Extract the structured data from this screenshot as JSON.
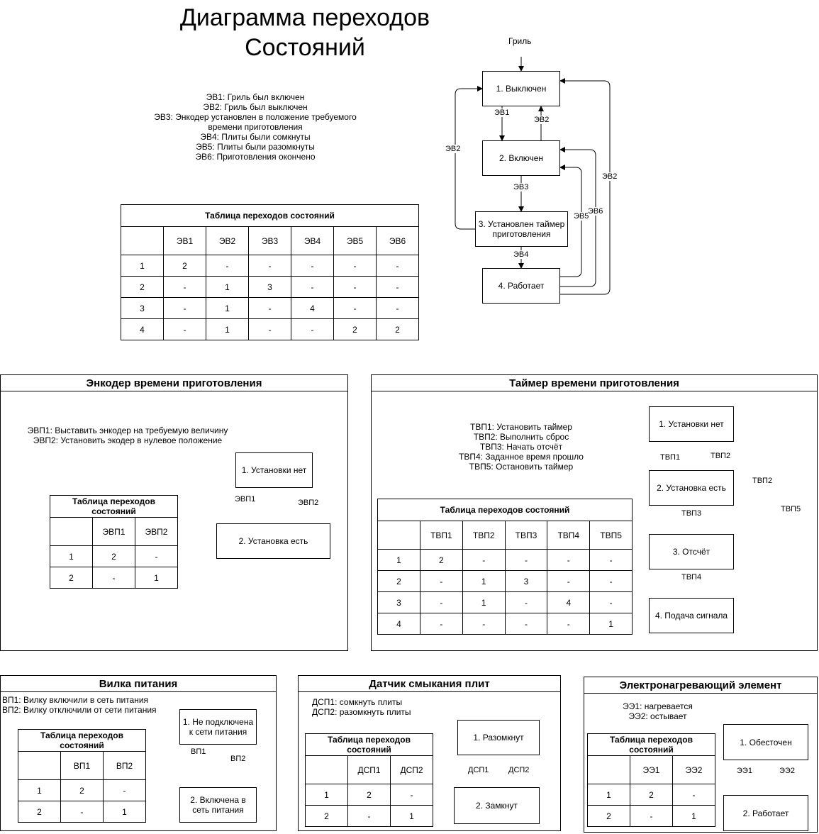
{
  "title": "Диаграмма переходов\nСостояний",
  "main": {
    "legend": "ЭВ1: Гриль был включен\nЭВ2: Гриль был выключен\nЭВ3: Энкодер установлен в положение требуемого\nвремени приготовления\nЭВ4: Плиты были сомкнуты\nЭВ5: Плиты были разомкнуты\nЭВ6: Приготовления окончено",
    "table": {
      "caption": "Таблица переходов состояний",
      "headers": [
        "",
        "ЭВ1",
        "ЭВ2",
        "ЭВ3",
        "ЭВ4",
        "ЭВ5",
        "ЭВ6"
      ],
      "rows": [
        [
          "1",
          "2",
          "-",
          "-",
          "-",
          "-",
          "-"
        ],
        [
          "2",
          "-",
          "1",
          "3",
          "-",
          "-",
          "-"
        ],
        [
          "3",
          "-",
          "1",
          "-",
          "4",
          "-",
          "-"
        ],
        [
          "4",
          "-",
          "1",
          "-",
          "-",
          "2",
          "2"
        ]
      ]
    },
    "entry_label": "Гриль",
    "states": [
      "1. Выключен",
      "2. Включен",
      "3. Установлен таймер\nприготовления",
      "4. Работает"
    ],
    "edge_labels": {
      "ev1": "ЭВ1",
      "ev2_up": "ЭВ2",
      "ev3": "ЭВ3",
      "ev4": "ЭВ4",
      "ev2_left": "ЭВ2",
      "ev5": "ЭВ5",
      "ev6": "ЭВ6",
      "ev2_right": "ЭВ2"
    }
  },
  "encoder": {
    "title": "Энкодер времени приготовления",
    "legend": "ЭВП1: Выставить энкодер на требуемую величину\nЭВП2: Установить экодер в нулевое положение",
    "table": {
      "caption": "Таблица переходов\nсостояний",
      "headers": [
        "",
        "ЭВП1",
        "ЭВП2"
      ],
      "rows": [
        [
          "1",
          "2",
          "-"
        ],
        [
          "2",
          "-",
          "1"
        ]
      ]
    },
    "states": [
      "1. Установки нет",
      "2. Установка есть"
    ],
    "edge_labels": {
      "a": "ЭВП1",
      "b": "ЭВП2"
    }
  },
  "timer": {
    "title": "Таймер времени приготовления",
    "legend": "ТВП1: Установить таймер\nТВП2: Выполнить сброс\nТВП3: Начать отсчёт\nТВП4: Заданное время прошло\nТВП5: Остановить таймер",
    "table": {
      "caption": "Таблица переходов состояний",
      "headers": [
        "",
        "ТВП1",
        "ТВП2",
        "ТВП3",
        "ТВП4",
        "ТВП5"
      ],
      "rows": [
        [
          "1",
          "2",
          "-",
          "-",
          "-",
          "-"
        ],
        [
          "2",
          "-",
          "1",
          "3",
          "-",
          "-"
        ],
        [
          "3",
          "-",
          "1",
          "-",
          "4",
          "-"
        ],
        [
          "4",
          "-",
          "-",
          "-",
          "-",
          "1"
        ]
      ]
    },
    "states": [
      "1. Установки нет",
      "2. Установка есть",
      "3. Отсчёт",
      "4. Подача сигнала"
    ],
    "edge_labels": {
      "t1": "ТВП1",
      "t2_up": "ТВП2",
      "t3": "ТВП3",
      "t4": "ТВП4",
      "t2_right": "ТВП2",
      "t5": "ТВП5"
    }
  },
  "plug": {
    "title": "Вилка питания",
    "legend": "ВП1: Вилку включили в сеть питания\nВП2: Вилку отключили от сети питания",
    "table": {
      "caption": "Таблица переходов\nсостояний",
      "headers": [
        "",
        "ВП1",
        "ВП2"
      ],
      "rows": [
        [
          "1",
          "2",
          "-"
        ],
        [
          "2",
          "-",
          "1"
        ]
      ]
    },
    "states": [
      "1. Не подключена\nк сети питания",
      "2. Включена в\nсеть питания"
    ],
    "edge_labels": {
      "a": "ВП1",
      "b": "ВП2"
    }
  },
  "sensor": {
    "title": "Датчик смыкания плит",
    "legend": "ДСП1: сомкнуть плиты\nДСП2: разомкнуть плиты",
    "table": {
      "caption": "Таблица переходов\nсостояний",
      "headers": [
        "",
        "ДСП1",
        "ДСП2"
      ],
      "rows": [
        [
          "1",
          "2",
          "-"
        ],
        [
          "2",
          "-",
          "1"
        ]
      ]
    },
    "states": [
      "1. Разомкнут",
      "2. Замкнут"
    ],
    "edge_labels": {
      "a": "ДСП1",
      "b": "ДСП2"
    }
  },
  "heater": {
    "title": "Электронагревающий элемент",
    "legend": "ЭЭ1: нагревается\nЭЭ2: остывает",
    "table": {
      "caption": "Таблица переходов\nсостояний",
      "headers": [
        "",
        "ЭЭ1",
        "ЭЭ2"
      ],
      "rows": [
        [
          "1",
          "2",
          "-"
        ],
        [
          "2",
          "-",
          "1"
        ]
      ]
    },
    "states": [
      "1. Обесточен",
      "2. Работает"
    ],
    "edge_labels": {
      "a": "ЭЭ1",
      "b": "ЭЭ2"
    }
  }
}
